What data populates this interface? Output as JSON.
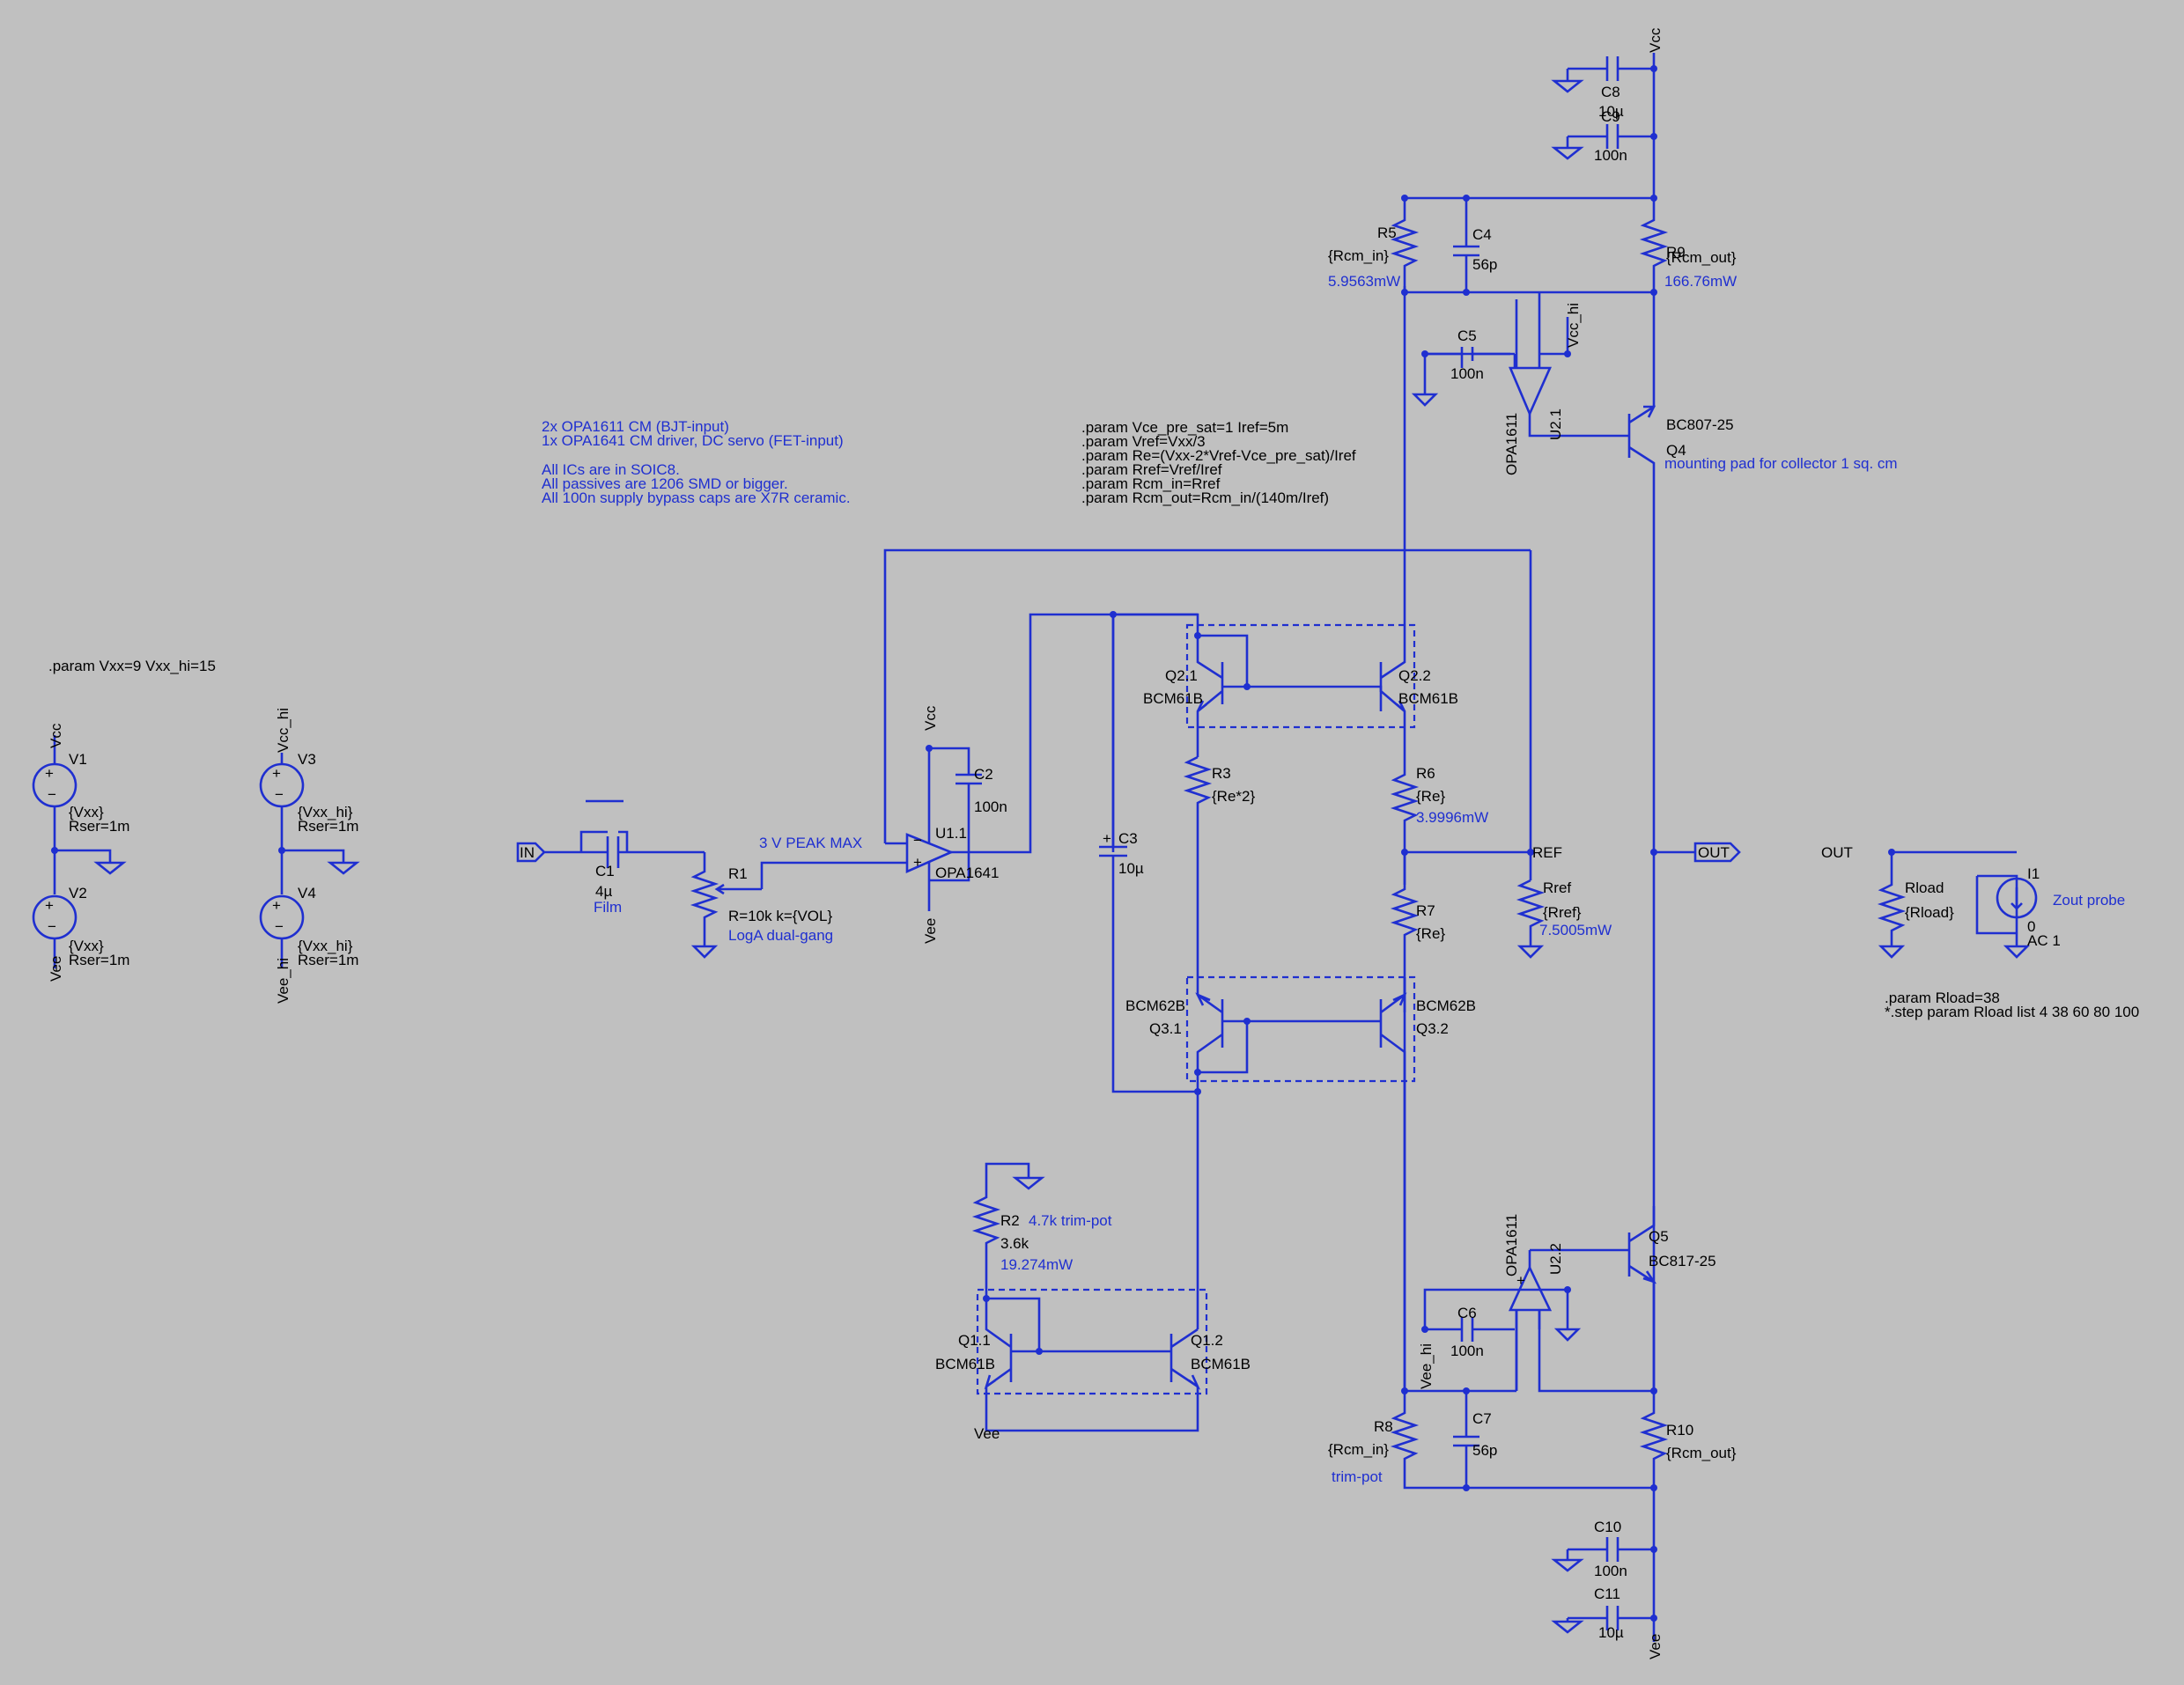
{
  "notes": {
    "top_blue": [
      "2x OPA1611 CM (BJT-input)",
      "1x OPA1641 CM driver, DC servo (FET-input)",
      "",
      "All ICs are in SOIC8.",
      "All passives are 1206 SMD or bigger.",
      "All 100n supply bypass caps are X7R ceramic."
    ],
    "params": [
      ".param Vce_pre_sat=1 Iref=5m",
      ".param Vref=Vxx/3",
      ".param Re=(Vxx-2*Vref-Vce_pre_sat)/Iref",
      ".param Rref=Vref/Iref",
      ".param Rcm_in=Rref",
      ".param Rcm_out=Rcm_in/(140m/Iref)"
    ],
    "vparam": ".param Vxx=9 Vxx_hi=15",
    "rload_param": ".param Rload=38",
    "rload_step": "*.step param Rload list 4 38 60 80 100"
  },
  "sources": {
    "V1": {
      "name": "V1",
      "value": "{Vxx}",
      "rser": "Rser=1m",
      "net": "Vcc"
    },
    "V2": {
      "name": "V2",
      "value": "{Vxx}",
      "rser": "Rser=1m",
      "net": "Vee"
    },
    "V3": {
      "name": "V3",
      "value": "{Vxx_hi}",
      "rser": "Rser=1m",
      "net": "Vcc_hi"
    },
    "V4": {
      "name": "V4",
      "value": "{Vxx_hi}",
      "rser": "Rser=1m",
      "net": "Vee_hi"
    }
  },
  "input": {
    "port": "IN",
    "C1": {
      "name": "C1",
      "value": "4µ",
      "note": "Film"
    },
    "R1": {
      "name": "R1",
      "value": "R=10k k={VOL}",
      "note": "LogA dual-gang"
    },
    "peak": "3 V PEAK MAX"
  },
  "U1": {
    "name": "U1.1",
    "part": "OPA1641",
    "vcc": "Vcc",
    "vee": "Vee",
    "C2": "C2",
    "C2v": "100n"
  },
  "mirror_top": {
    "Q21": "Q2.1",
    "Q22": "Q2.2",
    "part": "BCM61B"
  },
  "mirror_bot": {
    "Q31": "Q3.1",
    "Q32": "Q3.2",
    "part": "BCM62B"
  },
  "mirror_q1": {
    "Q11": "Q1.1",
    "Q12": "Q1.2",
    "part": "BCM61B",
    "vee": "Vee"
  },
  "resistors": {
    "R2": {
      "name": "R2",
      "value": "3.6k",
      "power": "19.274mW",
      "note": "4.7k trim-pot"
    },
    "R3": {
      "name": "R3",
      "value": "{Re*2}"
    },
    "R5": {
      "name": "R5",
      "value": "{Rcm_in}",
      "power": "5.9563mW"
    },
    "R6": {
      "name": "R6",
      "value": "{Re}",
      "power": "3.9996mW"
    },
    "R7": {
      "name": "R7",
      "value": "{Re}"
    },
    "R8": {
      "name": "R8",
      "value": "{Rcm_in}",
      "note": "trim-pot"
    },
    "R9": {
      "name": "R9",
      "value": "{Rcm_out}",
      "power": "166.76mW"
    },
    "R10": {
      "name": "R10",
      "value": "{Rcm_out}"
    },
    "Rref": {
      "name": "Rref",
      "value": "{Rref}",
      "power": "7.5005mW",
      "net": "REF"
    },
    "Rload": {
      "name": "Rload",
      "value": "{Rload}"
    }
  },
  "caps": {
    "C3": {
      "name": "C3",
      "value": "10µ"
    },
    "C4": {
      "name": "C4",
      "value": "56p"
    },
    "C5": {
      "name": "C5",
      "value": "100n"
    },
    "C6": {
      "name": "C6",
      "value": "100n"
    },
    "C7": {
      "name": "C7",
      "value": "56p"
    },
    "C8": {
      "name": "C8",
      "value": "10µ"
    },
    "C9": {
      "name": "C9",
      "value": "100n"
    },
    "C10": {
      "name": "C10",
      "value": "100n"
    },
    "C11": {
      "name": "C11",
      "value": "10µ"
    }
  },
  "U2": {
    "U21": "U2.1",
    "U22": "U2.2",
    "part": "OPA1611",
    "vcc_hi": "Vcc_hi",
    "vee_hi": "Vee_hi"
  },
  "Q4": {
    "name": "Q4",
    "part": "BC807-25",
    "note": "mounting pad for collector 1 sq. cm"
  },
  "Q5": {
    "name": "Q5",
    "part": "BC817-25"
  },
  "output": {
    "port": "OUT",
    "net": "OUT",
    "I1": "I1",
    "I1note": "Zout probe",
    "I1v": "0",
    "I1ac": "AC 1"
  },
  "nets": {
    "vcc": "Vcc",
    "vee": "Vee"
  }
}
